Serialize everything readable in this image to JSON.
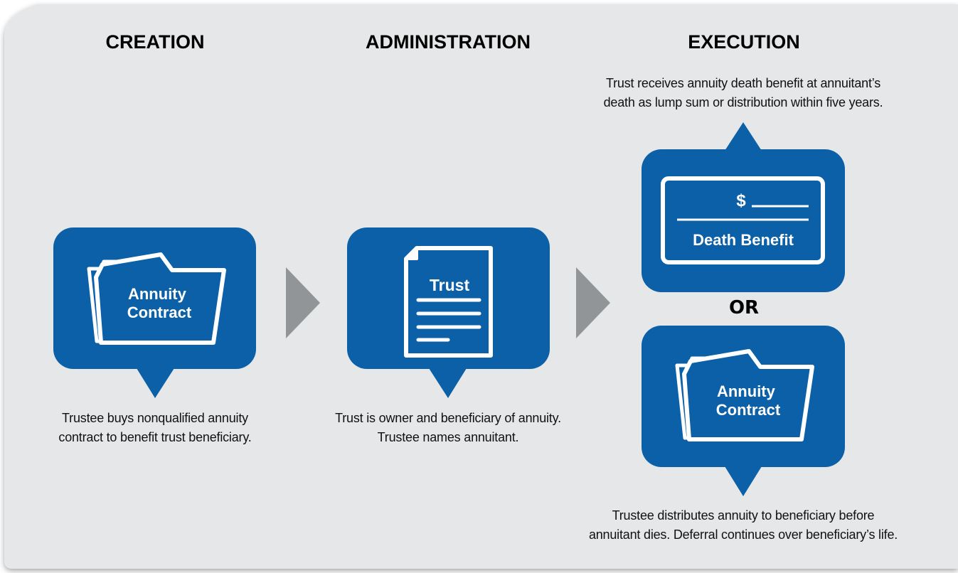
{
  "colors": {
    "background_panel": "#e6e7e8",
    "callout_fill": "#0b60a7",
    "arrow_fill": "#929597",
    "icon_stroke": "#ffffff"
  },
  "columns": [
    {
      "heading": "CREATION",
      "icon": "folder-icon",
      "icon_label_lines": [
        "Annuity",
        "Contract"
      ],
      "caption_lines": [
        "Trustee buys nonqualified annuity",
        "contract to benefit trust beneficiary."
      ]
    },
    {
      "heading": "ADMINISTRATION",
      "icon": "document-icon",
      "icon_label": "Trust",
      "caption_lines": [
        "Trust is owner and beneficiary of annuity.",
        "Trustee names annuitant."
      ]
    },
    {
      "heading": "EXECUTION",
      "top_caption_lines": [
        "Trust receives annuity death benefit at annuitant’s",
        "death as lump sum or distribution within five years."
      ],
      "check": {
        "icon": "check-icon",
        "currency_symbol": "$",
        "label": "Death Benefit"
      },
      "or_label": "OR",
      "folder": {
        "icon": "folder-icon",
        "label_lines": [
          "Annuity",
          "Contract"
        ]
      },
      "bottom_caption_lines": [
        "Trustee distributes annuity to beneficiary before",
        "annuitant dies. Deferral continues over beneficiary’s life."
      ]
    }
  ]
}
